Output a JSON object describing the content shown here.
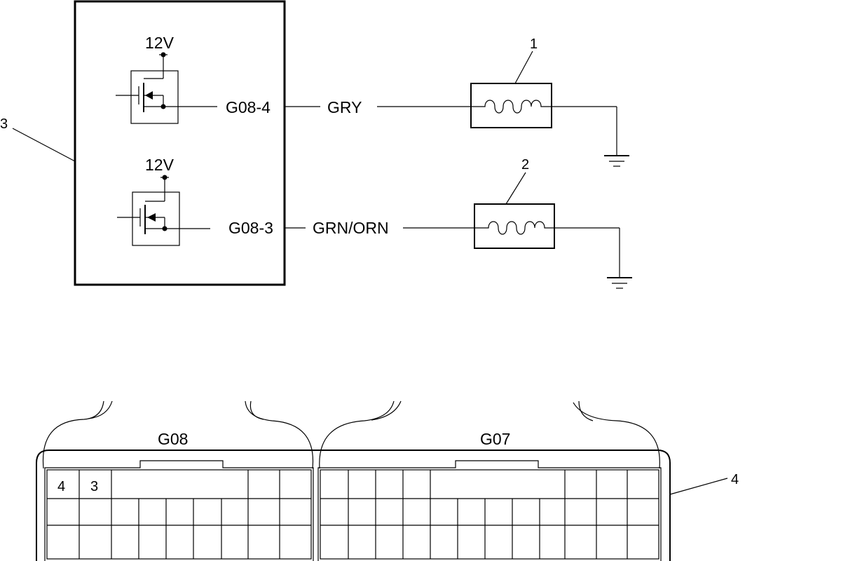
{
  "ecu": {
    "callout": "3",
    "channels": [
      {
        "supply": "12V",
        "pin": "G08-4",
        "wire": "GRY"
      },
      {
        "supply": "12V",
        "pin": "G08-3",
        "wire": "GRN/ORN"
      }
    ]
  },
  "loads": [
    {
      "callout": "1"
    },
    {
      "callout": "2"
    }
  ],
  "connector": {
    "callout": "4",
    "left_label": "G08",
    "right_label": "G07",
    "pin_numbers": [
      "4",
      "3"
    ]
  }
}
